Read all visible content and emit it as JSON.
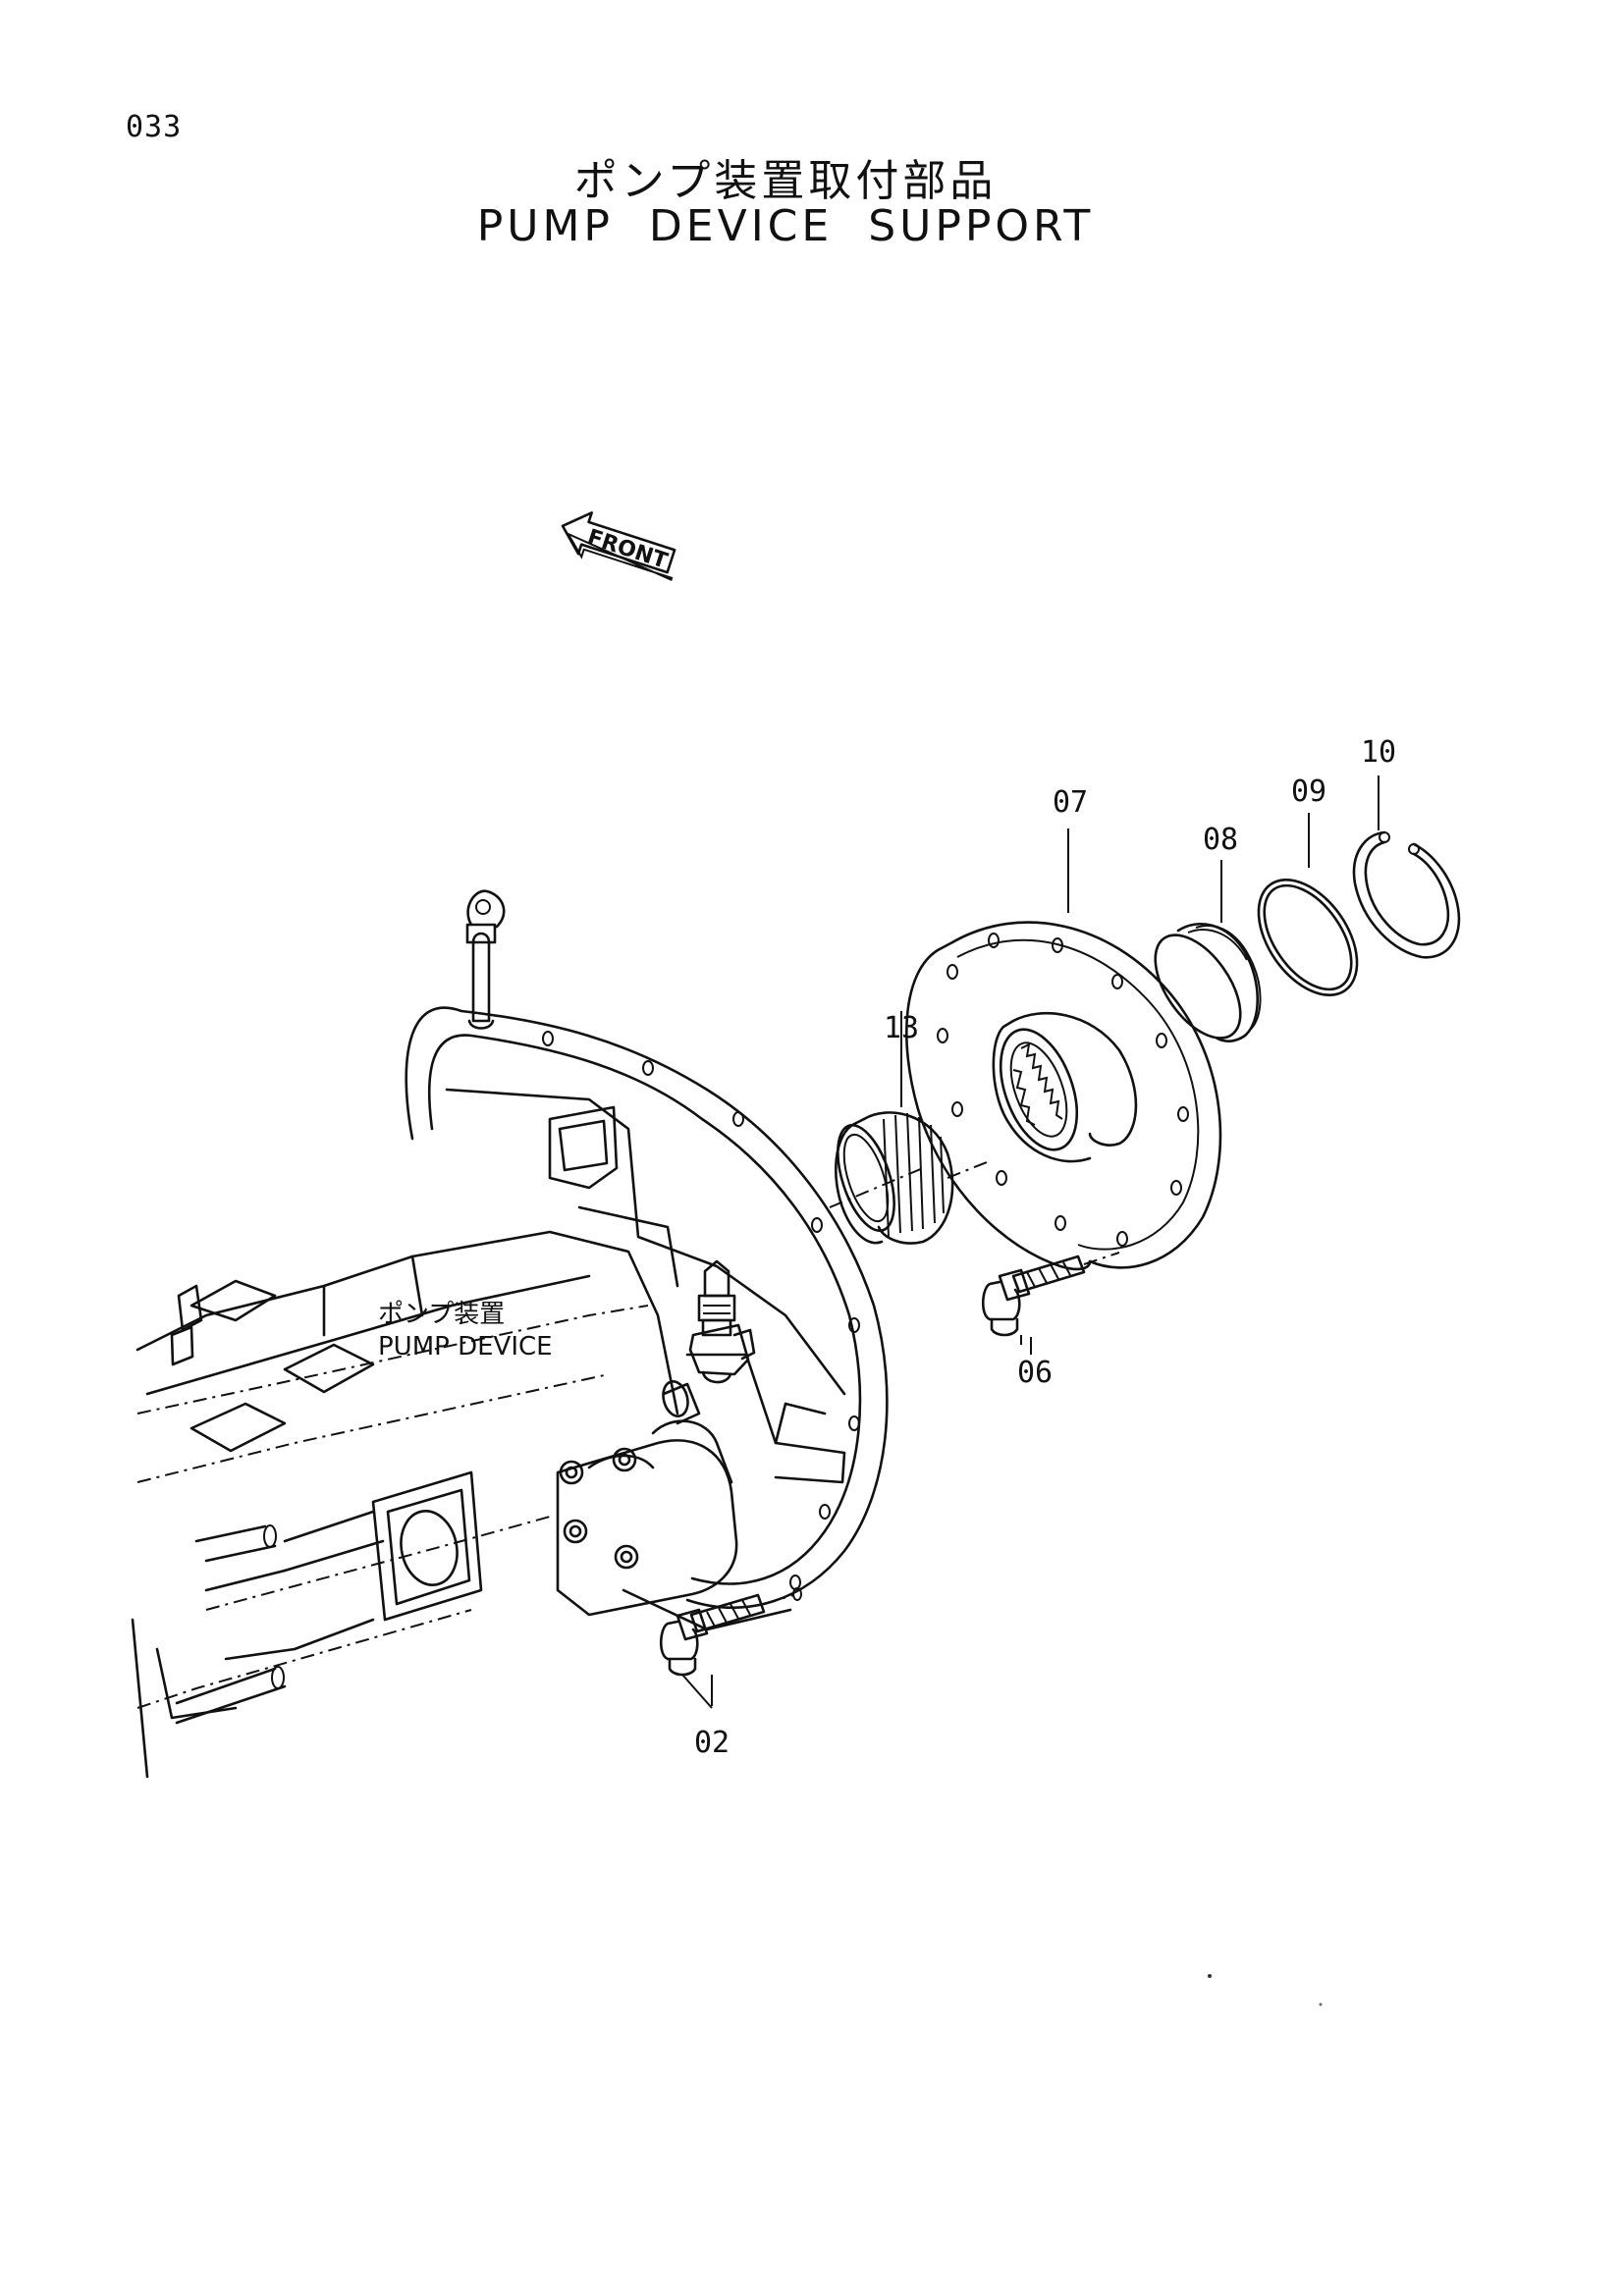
{
  "page_number": "033",
  "title_jp": "ポンプ装置取付部品",
  "title_en": "PUMP  DEVICE  SUPPORT",
  "front_arrow": "FRONT",
  "assembly_label_jp": "ポンプ装置",
  "assembly_label_en": "PUMP DEVICE",
  "callouts": {
    "c02": "02",
    "c06": "06",
    "c07": "07",
    "c08": "08",
    "c09": "09",
    "c10": "10",
    "c13": "13"
  }
}
